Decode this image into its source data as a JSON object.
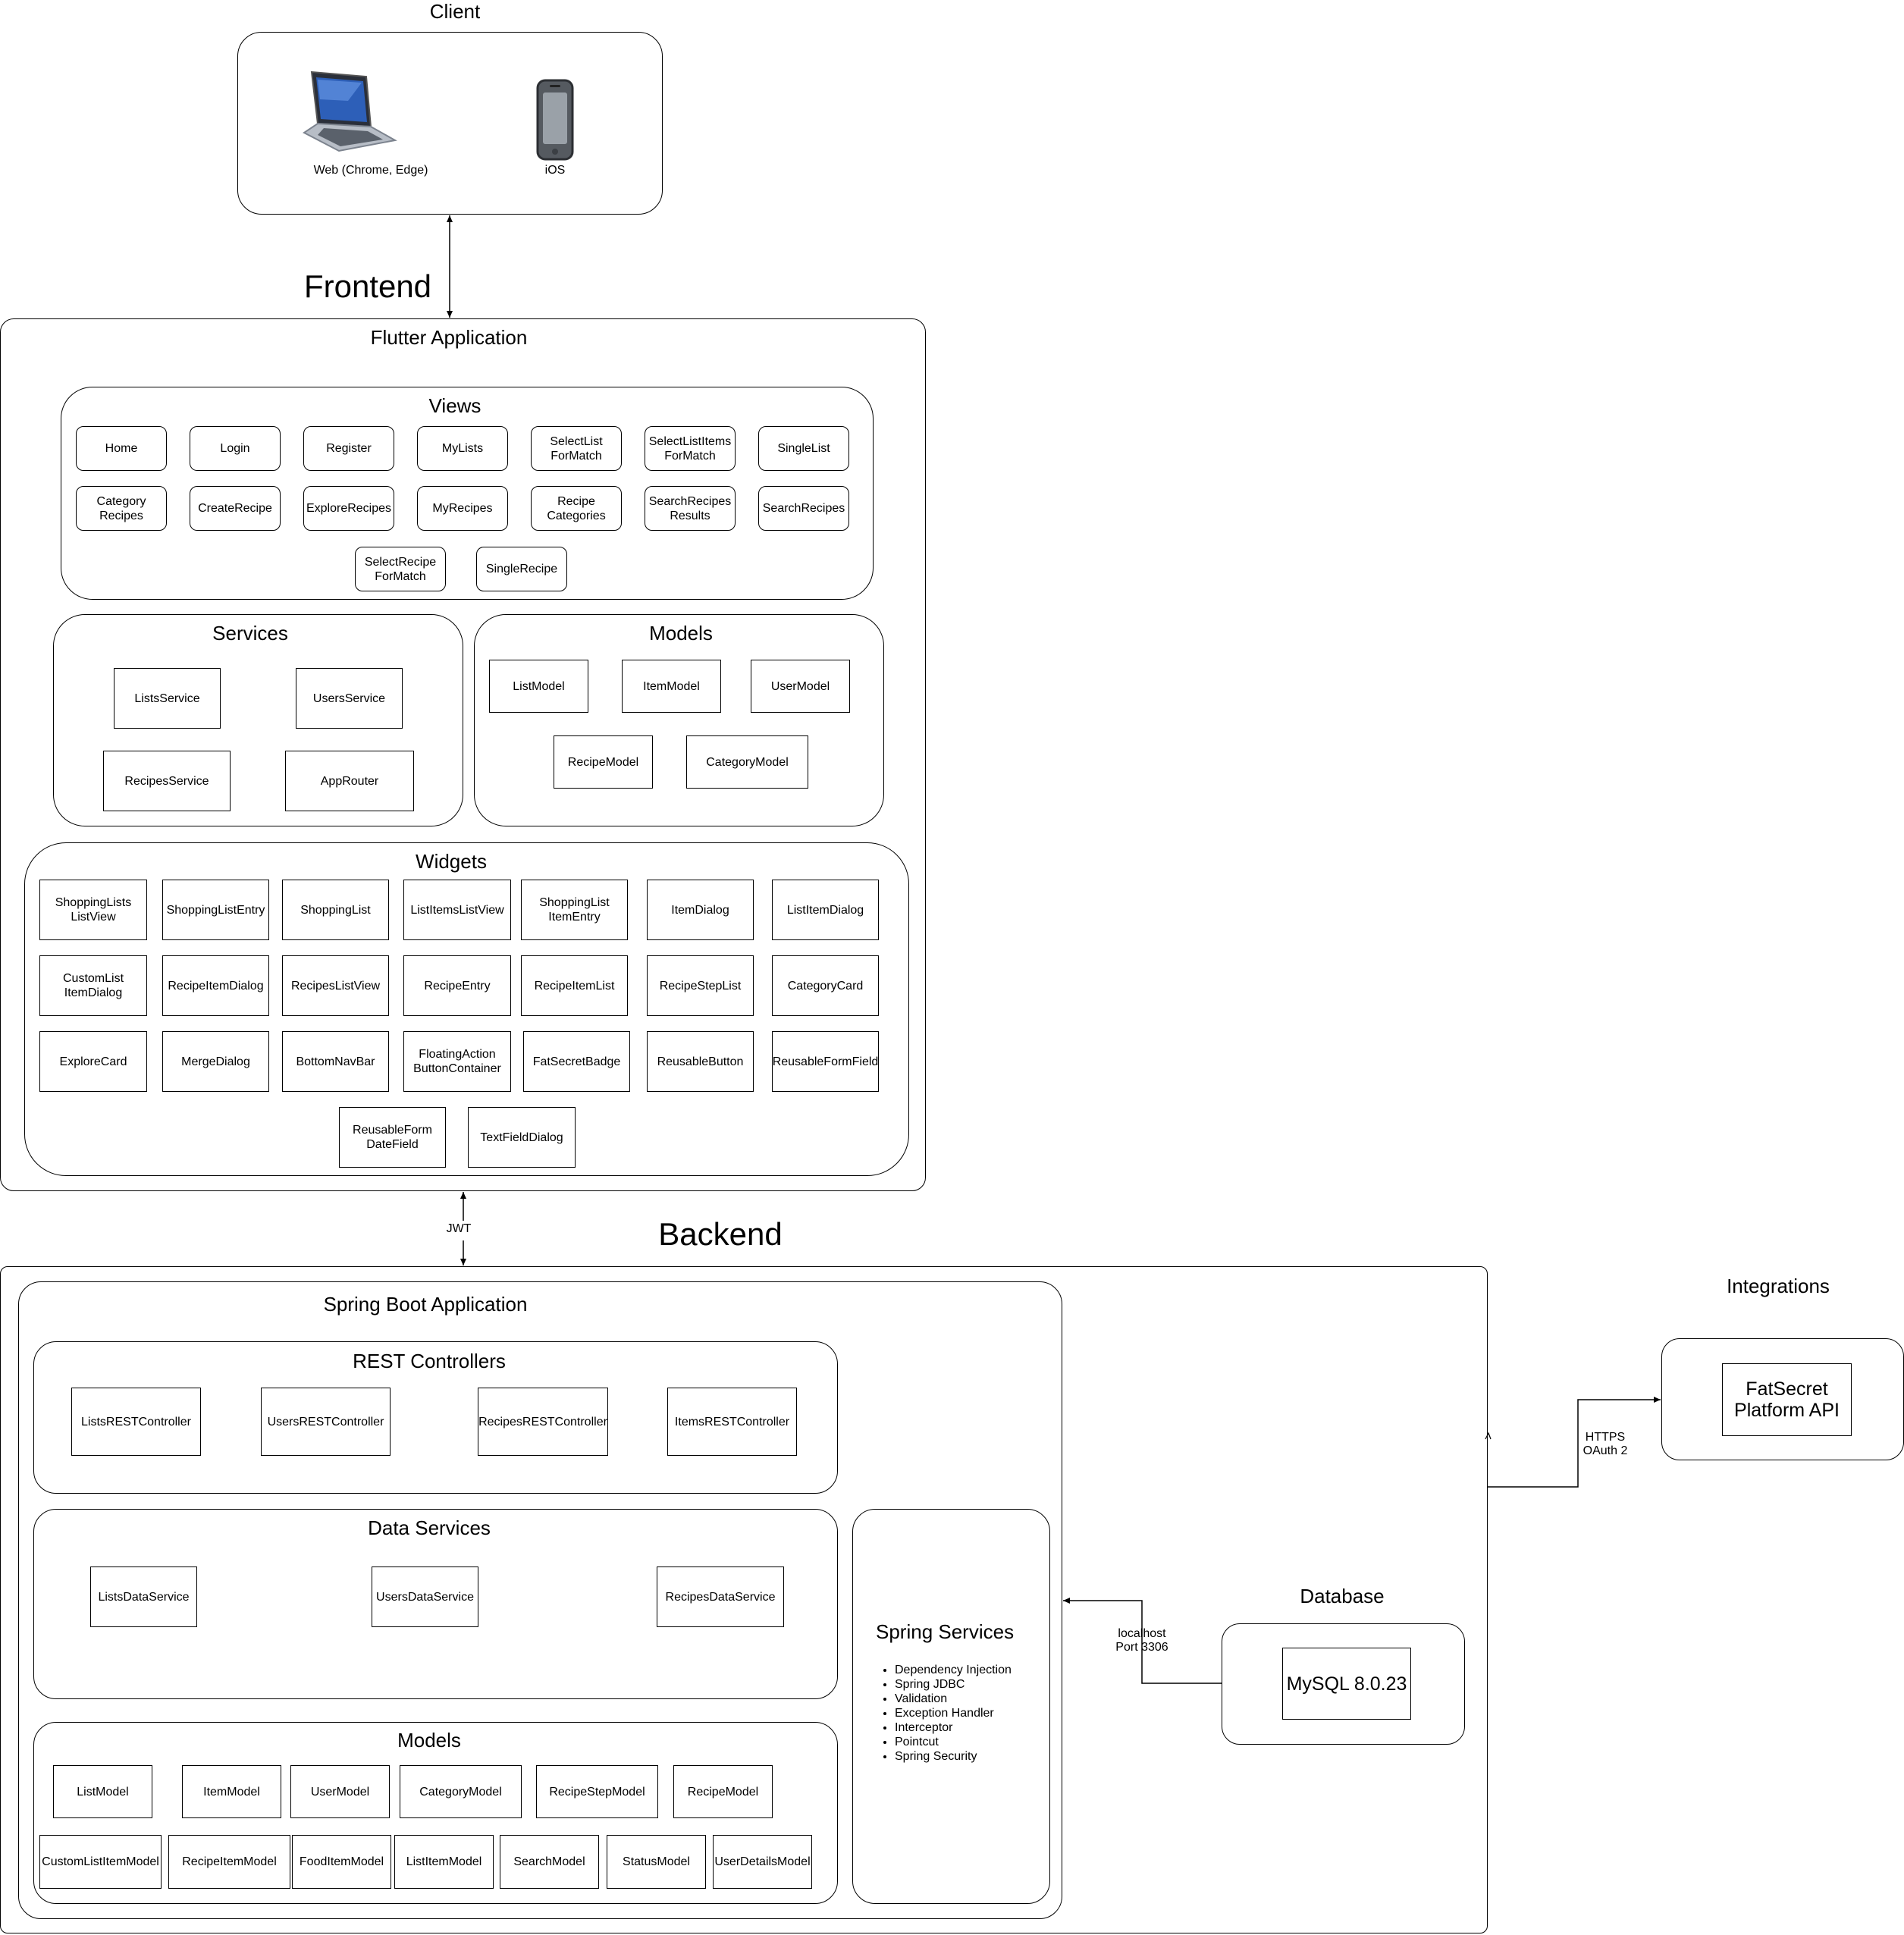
{
  "client": {
    "title": "Client",
    "devices": [
      {
        "label": "Web (Chrome, Edge)",
        "icon": "laptop-icon"
      },
      {
        "label": "iOS",
        "icon": "phone-icon"
      }
    ]
  },
  "frontend": {
    "heading": "Frontend",
    "app_title": "Flutter Application",
    "views": {
      "title": "Views",
      "items": [
        "Home",
        "Login",
        "Register",
        "MyLists",
        "SelectList\nForMatch",
        "SelectListItems\nForMatch",
        "SingleList",
        "Category\nRecipes",
        "CreateRecipe",
        "ExploreRecipes",
        "MyRecipes",
        "Recipe\nCategories",
        "SearchRecipes\nResults",
        "SearchRecipes",
        "SelectRecipe\nForMatch",
        "SingleRecipe"
      ]
    },
    "services": {
      "title": "Services",
      "items": [
        "ListsService",
        "UsersService",
        "RecipesService",
        "AppRouter"
      ]
    },
    "models": {
      "title": "Models",
      "items": [
        "ListModel",
        "ItemModel",
        "UserModel",
        "RecipeModel",
        "CategoryModel"
      ]
    },
    "widgets": {
      "title": "Widgets",
      "items": [
        "ShoppingLists\nListView",
        "ShoppingListEntry",
        "ShoppingList",
        "ListItemsListView",
        "ShoppingList\nItemEntry",
        "ItemDialog",
        "ListItemDialog",
        "CustomList\nItemDialog",
        "RecipeItemDialog",
        "RecipesListView",
        "RecipeEntry",
        "RecipeItemList",
        "RecipeStepList",
        "CategoryCard",
        "ExploreCard",
        "MergeDialog",
        "BottomNavBar",
        "FloatingAction\nButtonContainer",
        "FatSecretBadge",
        "ReusableButton",
        "ReusableFormField",
        "ReusableForm\nDateField",
        "TextFieldDialog"
      ]
    }
  },
  "connector_jwt": "JWT",
  "backend": {
    "heading": "Backend",
    "app_title": "Spring Boot Application",
    "rest_controllers": {
      "title": "REST Controllers",
      "items": [
        "ListsRESTController",
        "UsersRESTController",
        "RecipesRESTController",
        "ItemsRESTController"
      ]
    },
    "data_services": {
      "title": "Data Services",
      "items": [
        "ListsDataService",
        "UsersDataService",
        "RecipesDataService"
      ]
    },
    "models": {
      "title": "Models",
      "items": [
        "ListModel",
        "ItemModel",
        "UserModel",
        "CategoryModel",
        "RecipeStepModel",
        "RecipeModel",
        "CustomListItemModel",
        "RecipeItemModel",
        "FoodItemModel",
        "ListItemModel",
        "SearchModel",
        "StatusModel",
        "UserDetailsModel"
      ]
    },
    "spring_services": {
      "title": "Spring Services",
      "bullets": [
        "Dependency Injection",
        "Spring JDBC",
        "Validation",
        "Exception Handler",
        "Interceptor",
        "Pointcut",
        "Spring Security"
      ]
    }
  },
  "database": {
    "title": "Database",
    "item": "MySQL 8.0.23",
    "link_label": "localhost\nPort 3306"
  },
  "integrations": {
    "title": "Integrations",
    "item": "FatSecret\nPlatform API",
    "link_label": "HTTPS\nOAuth 2"
  }
}
